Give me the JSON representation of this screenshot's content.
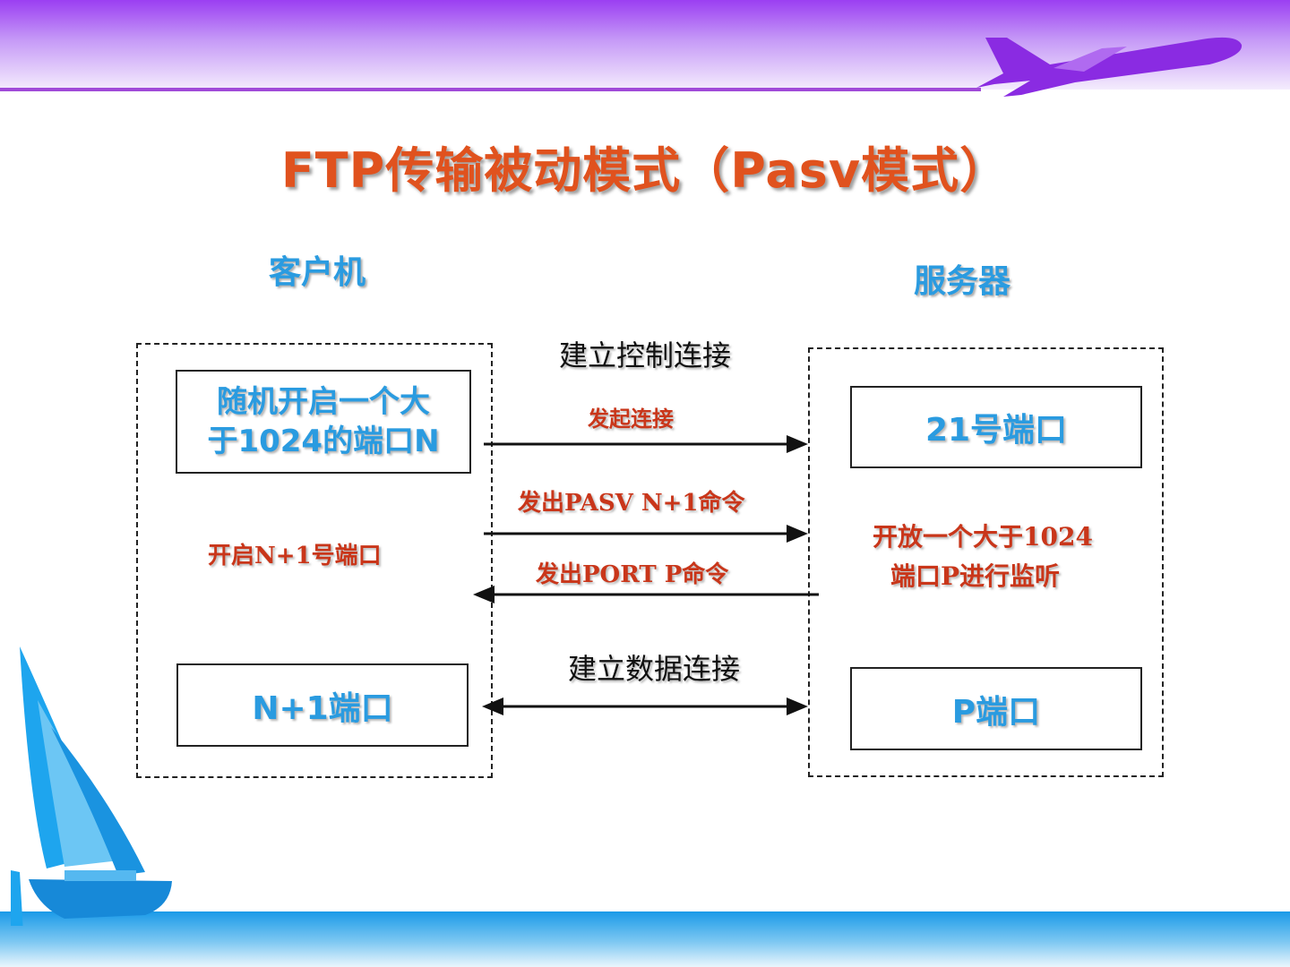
{
  "title": "FTP传输被动模式（Pasv模式）",
  "client_label": "客户机",
  "server_label": "服务器",
  "client_random_port_line1": "随机开启一个大",
  "client_random_port_line2": "于1024的端口N",
  "client_n1_port": "N+1端口",
  "server_port_21": "21号端口",
  "server_port_p": "P端口",
  "control_connection": "建立控制连接",
  "data_connection": "建立数据连接",
  "initiate_connection": "发起连接",
  "send_pasv": "发出PASV N+1命令",
  "send_port": "发出PORT P命令",
  "open_n1_port": "开启N+1号端口",
  "server_listen_line1": "开放一个大于1024",
  "server_listen_line2": "端口P进行监听",
  "colors": {
    "title": "#e0521e",
    "blue_text": "#2a9be0",
    "red_text": "#c9361a",
    "top_band": "#9b3ff2",
    "bottom_band": "#1a9ae8"
  }
}
